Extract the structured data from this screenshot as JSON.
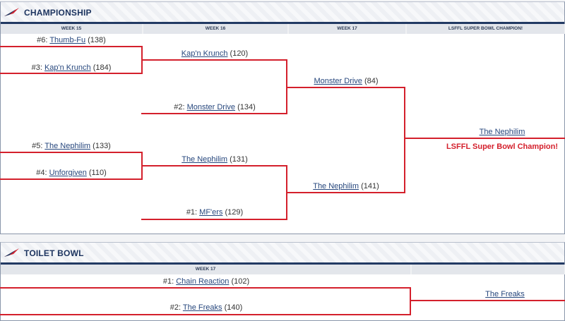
{
  "championship": {
    "title": "CHAMPIONSHIP",
    "columns": [
      "WEEK 15",
      "WEEK 16",
      "WEEK 17",
      "LSFFL SUPER BOWL CHAMPION!"
    ],
    "w15": [
      {
        "seed": "#6: ",
        "team": "Thumb-Fu",
        "score": " (138)"
      },
      {
        "seed": "#3: ",
        "team": "Kap'n Krunch",
        "score": " (184)"
      },
      {
        "seed": "#5: ",
        "team": "The Nephilim",
        "score": " (133)"
      },
      {
        "seed": "#4: ",
        "team": "Unforgiven",
        "score": " (110)"
      }
    ],
    "w16": [
      {
        "seed": "",
        "team": "Kap'n Krunch",
        "score": " (120)"
      },
      {
        "seed": "#2: ",
        "team": "Monster Drive",
        "score": " (134)"
      },
      {
        "seed": "",
        "team": "The Nephilim",
        "score": " (131)"
      },
      {
        "seed": "#1: ",
        "team": "MF'ers",
        "score": " (129)"
      }
    ],
    "w17": [
      {
        "team": "Monster Drive",
        "score": " (84)"
      },
      {
        "team": "The Nephilim",
        "score": " (141)"
      }
    ],
    "champion": {
      "team": "The Nephilim",
      "label": "LSFFL Super Bowl Champion!"
    }
  },
  "toilet": {
    "title": "TOILET BOWL",
    "columns": [
      "WEEK 17",
      ""
    ],
    "w17": [
      {
        "seed": "#1: ",
        "team": "Chain Reaction",
        "score": " (102)"
      },
      {
        "seed": "#2: ",
        "team": "The Freaks",
        "score": " (140)"
      }
    ],
    "winner": "The Freaks"
  },
  "colors": {
    "line": "#d4202c",
    "navy": "#223a63",
    "link": "#27477d"
  }
}
